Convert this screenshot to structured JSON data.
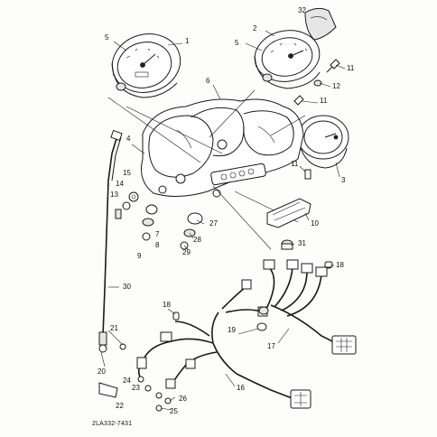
{
  "diagram": {
    "caption": "2LA332-7431",
    "callouts": [
      {
        "id": "c1",
        "text": "1"
      },
      {
        "id": "c2",
        "text": "2"
      },
      {
        "id": "c3",
        "text": "3"
      },
      {
        "id": "c4",
        "text": "4"
      },
      {
        "id": "c5a",
        "text": "5"
      },
      {
        "id": "c5b",
        "text": "5"
      },
      {
        "id": "c6",
        "text": "6"
      },
      {
        "id": "c7",
        "text": "7"
      },
      {
        "id": "c8",
        "text": "8"
      },
      {
        "id": "c9",
        "text": "9"
      },
      {
        "id": "c10",
        "text": "10"
      },
      {
        "id": "c11a",
        "text": "11"
      },
      {
        "id": "c11b",
        "text": "11"
      },
      {
        "id": "c11c",
        "text": "11"
      },
      {
        "id": "c12",
        "text": "12"
      },
      {
        "id": "c13",
        "text": "13"
      },
      {
        "id": "c14",
        "text": "14"
      },
      {
        "id": "c15",
        "text": "15"
      },
      {
        "id": "c16",
        "text": "16"
      },
      {
        "id": "c17",
        "text": "17"
      },
      {
        "id": "c18a",
        "text": "18"
      },
      {
        "id": "c18b",
        "text": "18"
      },
      {
        "id": "c19",
        "text": "19"
      },
      {
        "id": "c20",
        "text": "20"
      },
      {
        "id": "c21",
        "text": "21"
      },
      {
        "id": "c22",
        "text": "22"
      },
      {
        "id": "c23",
        "text": "23"
      },
      {
        "id": "c24",
        "text": "24"
      },
      {
        "id": "c25",
        "text": "25"
      },
      {
        "id": "c26",
        "text": "26"
      },
      {
        "id": "c27",
        "text": "27"
      },
      {
        "id": "c28",
        "text": "28"
      },
      {
        "id": "c29",
        "text": "29"
      },
      {
        "id": "c30",
        "text": "30"
      },
      {
        "id": "c31",
        "text": "31"
      },
      {
        "id": "c32",
        "text": "32"
      }
    ]
  }
}
